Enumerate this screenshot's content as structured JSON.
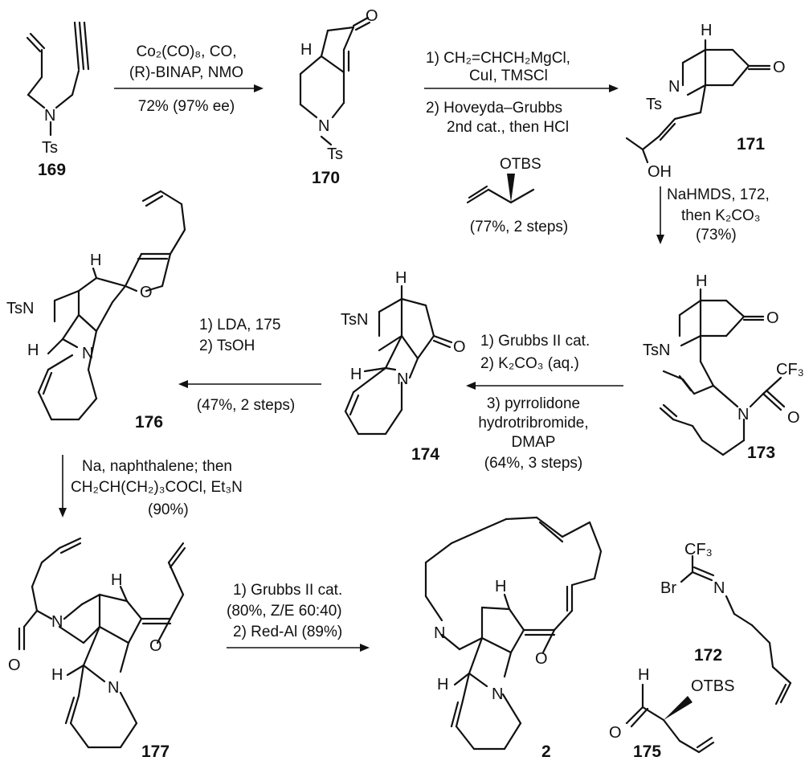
{
  "compounds": {
    "c169": "169",
    "c170": "170",
    "c171": "171",
    "c172": "172",
    "c173": "173",
    "c174": "174",
    "c175": "175",
    "c176": "176",
    "c177": "177",
    "c2": "2"
  },
  "atoms": {
    "N": "N",
    "Ts": "Ts",
    "TsN": "TsN",
    "H": "H",
    "O": "O",
    "OH": "OH",
    "OTBS": "OTBS",
    "CF3": "CF₃",
    "Br": "Br"
  },
  "steps": {
    "s1": {
      "lines": [
        "Co₂(CO)₈, CO,",
        "(R)-BINAP, NMO"
      ],
      "below": [
        "72% (97% ee)"
      ]
    },
    "s2": {
      "lines": [
        "1) CH₂=CHCH₂MgCl,",
        "CuI, TMSCl"
      ],
      "below": [
        "2) Hoveyda–Grubbs",
        "2nd cat., then HCl"
      ],
      "reagent": "OTBS",
      "yield": "(77%, 2 steps)"
    },
    "s3": {
      "lines": [
        "NaHMDS, 172,",
        "then K₂CO₃",
        "(73%)"
      ]
    },
    "s4": {
      "lines": [
        "1) Grubbs II cat.",
        "2) K₂CO₃ (aq.)"
      ],
      "below": [
        "3) pyrrolidone",
        "hydrotribromide,",
        "DMAP",
        "(64%, 3 steps)"
      ]
    },
    "s5": {
      "lines": [
        "1) LDA, 175",
        "2) TsOH"
      ],
      "below": [
        "(47%, 2 steps)"
      ]
    },
    "s6": {
      "lines": [
        "Na, naphthalene; then",
        "CH₂CH(CH₂)₃COCl, Et₃N",
        "(90%)"
      ]
    },
    "s7": {
      "lines": [
        "1) Grubbs II cat.",
        "(80%, Z/E 60:40)",
        "2) Red-Al (89%)"
      ]
    }
  }
}
